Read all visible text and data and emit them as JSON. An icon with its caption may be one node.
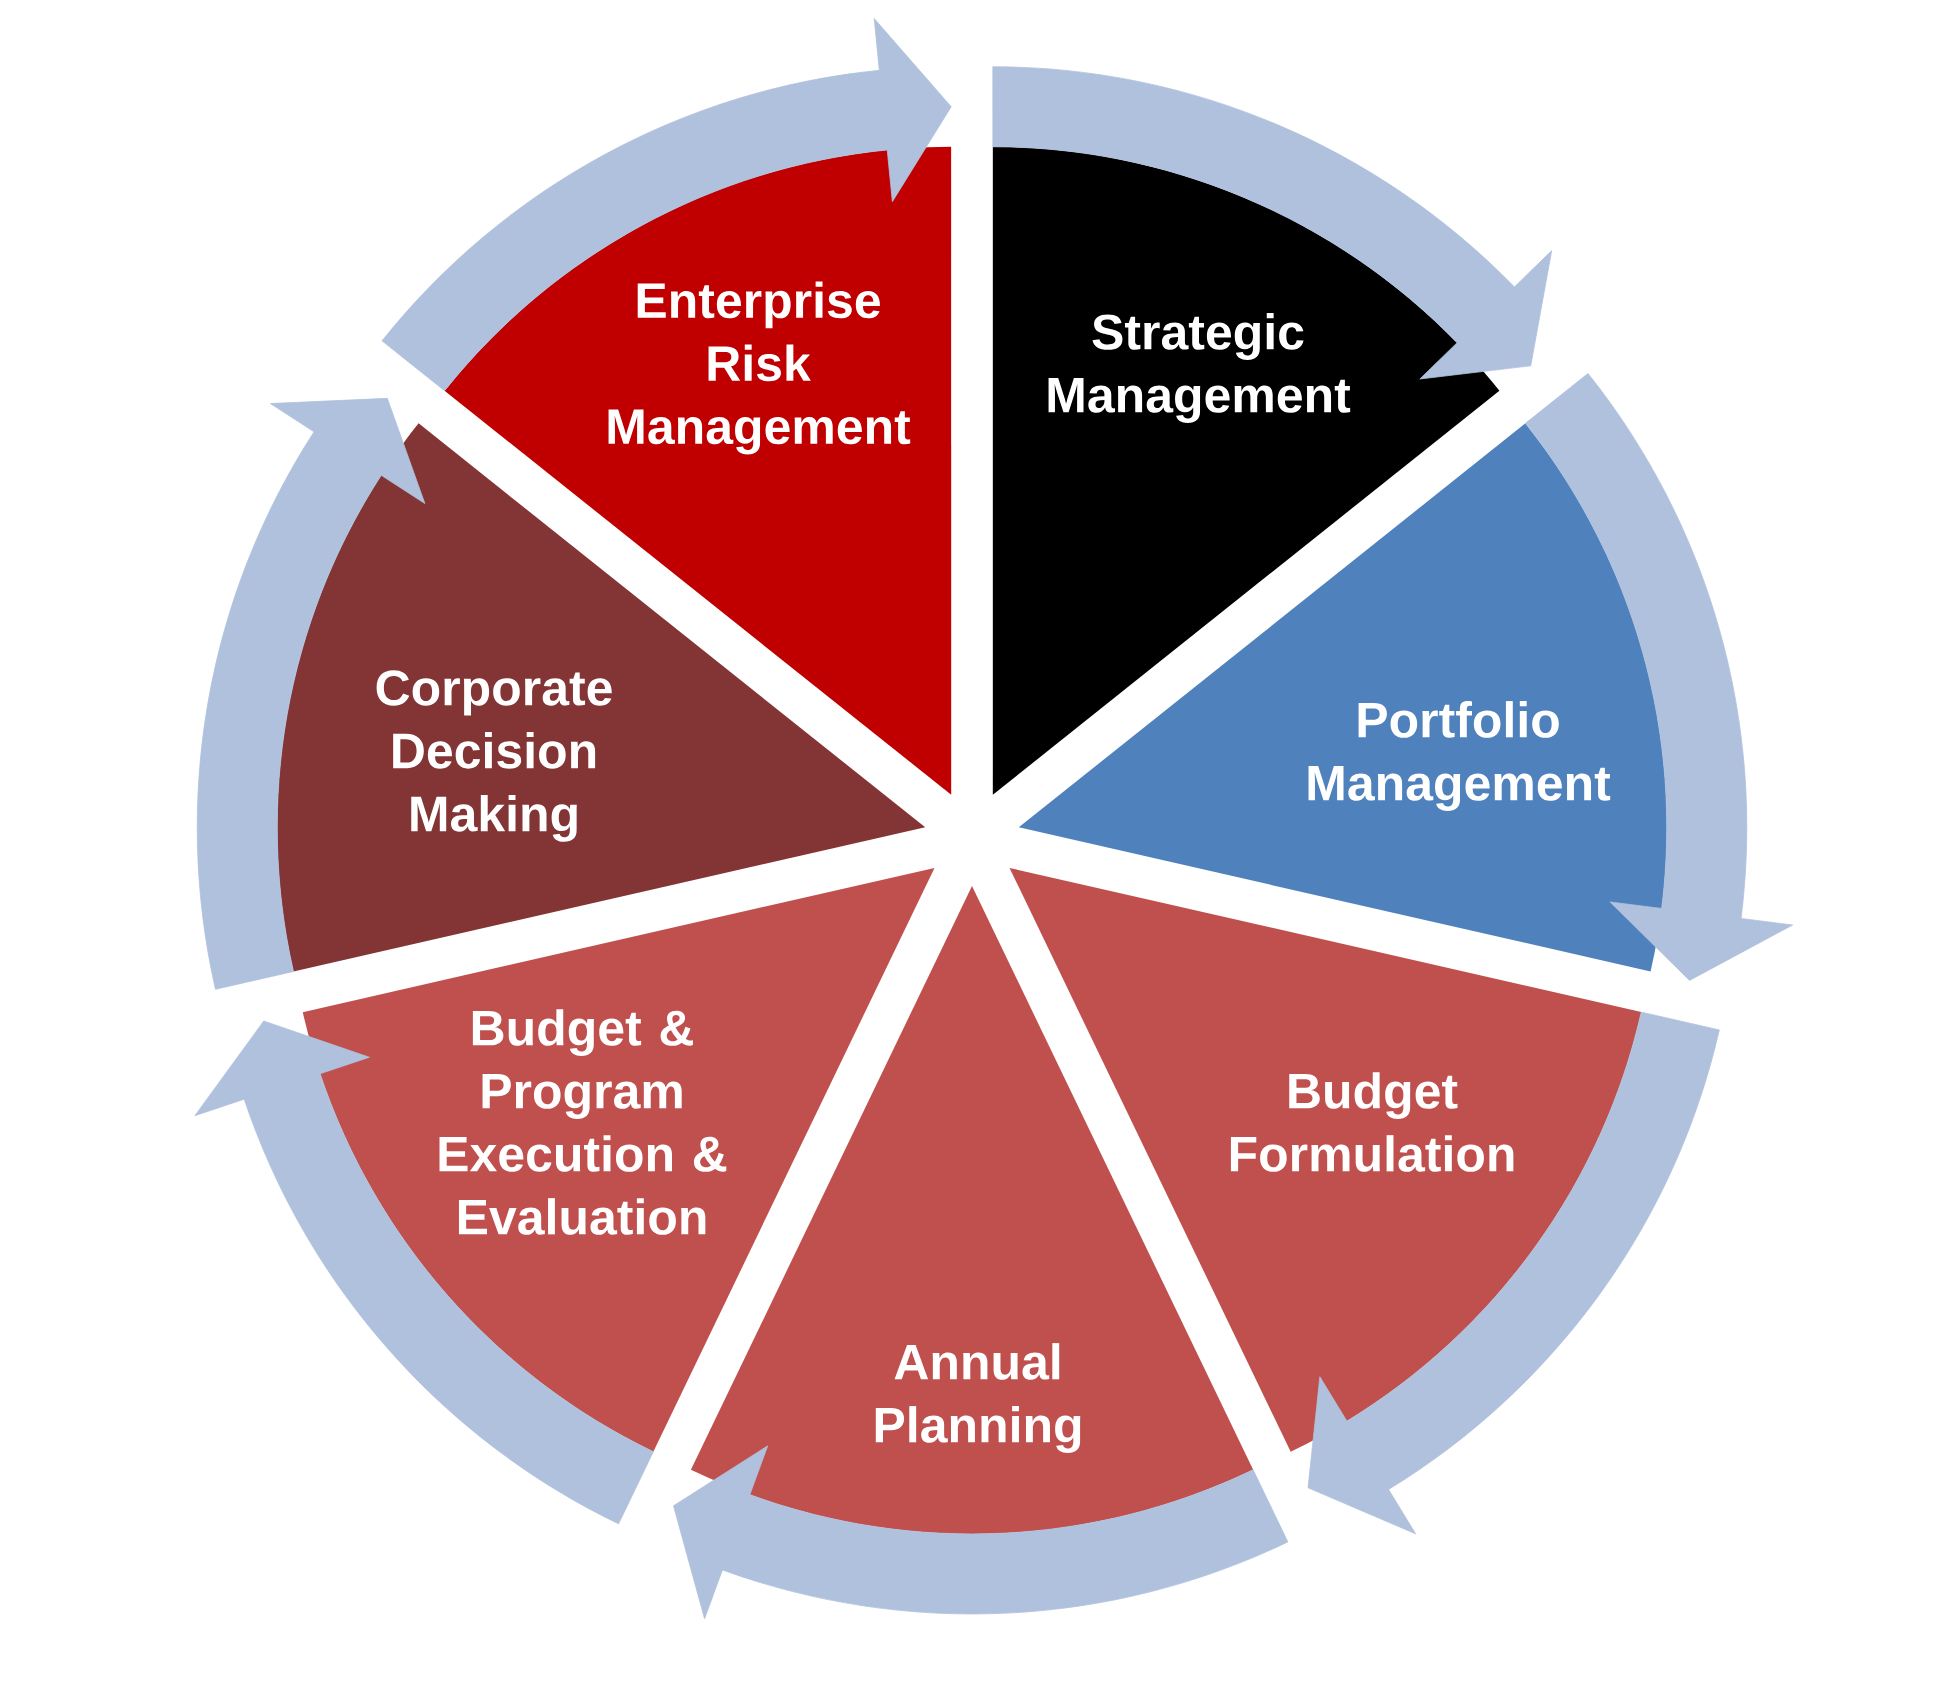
{
  "diagram": {
    "nodes": [
      {
        "text": [
          "Enterprise Risk Management"
        ]
      },
      {
        "text": [
          "Strategic Management"
        ]
      },
      {
        "text": [
          "Portfolio Management"
        ]
      },
      {
        "text": [
          "Budget Formulation"
        ]
      },
      {
        "text": [
          "Annual Planning"
        ]
      },
      {
        "text": [
          "Budget & Program Execution & Evaluation"
        ]
      },
      {
        "text": [
          "Corporate Decision Making"
        ]
      }
    ],
    "edges": [
      {
        "from": 0,
        "to": 1,
        "arrow": "to"
      },
      {
        "from": 1,
        "to": 2,
        "arrow": "to"
      },
      {
        "from": 2,
        "to": 3,
        "arrow": "to"
      },
      {
        "from": 3,
        "to": 4,
        "arrow": "to"
      },
      {
        "from": 4,
        "to": 5,
        "arrow": "to"
      },
      {
        "from": 5,
        "to": 6,
        "arrow": "to"
      },
      {
        "from": 6,
        "to": 0,
        "arrow": "to"
      }
    ]
  }
}
